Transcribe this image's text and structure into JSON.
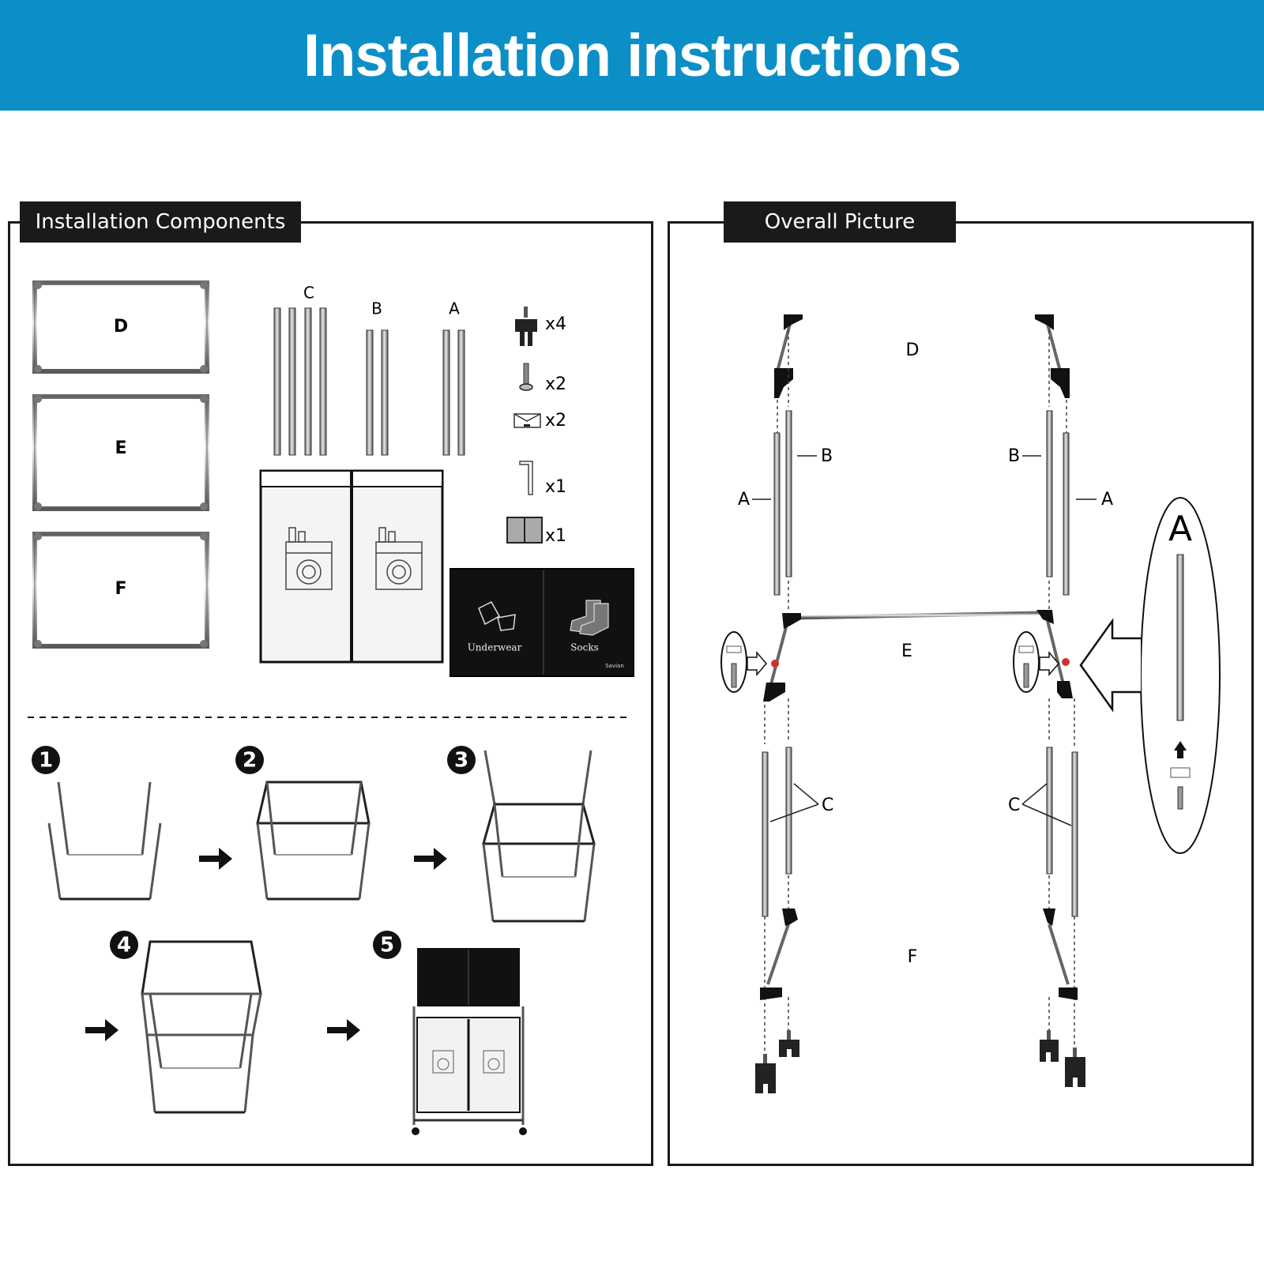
{
  "header": {
    "title": "Installation instructions"
  },
  "components_panel": {
    "label": "Installation Components",
    "frames": [
      "D",
      "E",
      "F"
    ],
    "tubes": [
      "C",
      "B",
      "A"
    ],
    "hardware_quantities": [
      "x4",
      "x2",
      "x2",
      "x1",
      "x1"
    ],
    "bag_labels": {
      "left": "Underwear",
      "right": "Socks",
      "brand": "Savian"
    }
  },
  "steps": [
    "1",
    "2",
    "3",
    "4",
    "5"
  ],
  "overall_panel": {
    "label": "Overall Picture",
    "frames": [
      "D",
      "E",
      "F"
    ],
    "tube_labels": {
      "a": "A",
      "b": "B",
      "c": "C"
    },
    "zoom_label": "A"
  },
  "colors": {
    "header_bg": "#0c8fc7",
    "label_bg": "#1a1a1a",
    "screw_highlight": "#d32f2f"
  }
}
